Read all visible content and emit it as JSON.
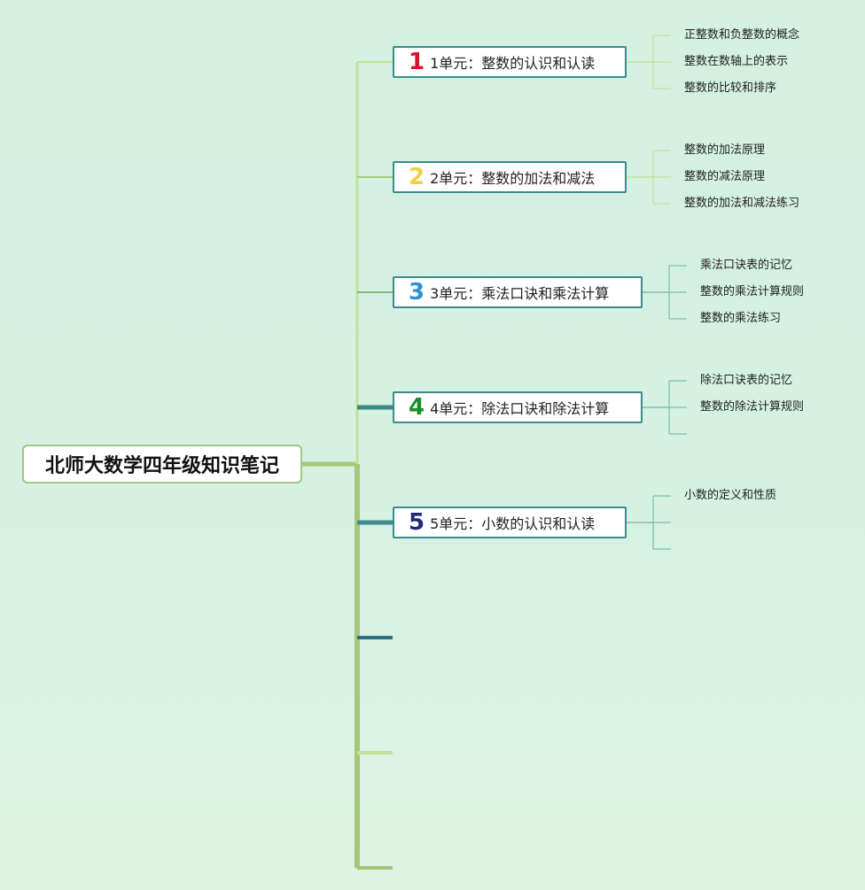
{
  "root": {
    "title": "北师大数学四年级知识笔记"
  },
  "units": [
    {
      "number": "1",
      "title": "1单元：整数的认识和认读",
      "number_color": "#d6142a",
      "line_color": "#c6e09b",
      "topics": [
        "正整数和负整数的概念",
        "整数在数轴上的表示",
        "整数的比较和排序"
      ]
    },
    {
      "number": "2",
      "title": "2单元：整数的加法和减法",
      "number_color": "#f2cf48",
      "line_color": "#a3cf7c",
      "topics": [
        "整数的加法原理",
        "整数的减法原理",
        "整数的加法和减法练习"
      ]
    },
    {
      "number": "3",
      "title": "3单元：乘法口诀和乘法计算",
      "number_color": "#2a92cf",
      "line_color": "#7dbf7a",
      "topics": [
        "乘法口诀表的记忆",
        "整数的乘法计算规则",
        "整数的乘法练习"
      ]
    },
    {
      "number": "4",
      "title": "4单元：除法口诀和除法计算",
      "number_color": "#17902a",
      "line_color": "#3d8a84",
      "topics": [
        "除法口诀表的记忆",
        "整数的除法计算规则",
        ""
      ]
    },
    {
      "number": "5",
      "title": "5单元：小数的认识和认读",
      "number_color": "#1f2a7a",
      "line_color": "#3f8a8e",
      "topics": [
        "小数的定义和性质",
        "",
        ""
      ]
    }
  ],
  "empty_branch_colors": [
    "#2f6e7e",
    "#c6e09b",
    "#a6c67a"
  ],
  "colors": {
    "trunk": "#a6c67a",
    "root_connector": "#a6c67a",
    "node_border": "#3c8a8a"
  }
}
